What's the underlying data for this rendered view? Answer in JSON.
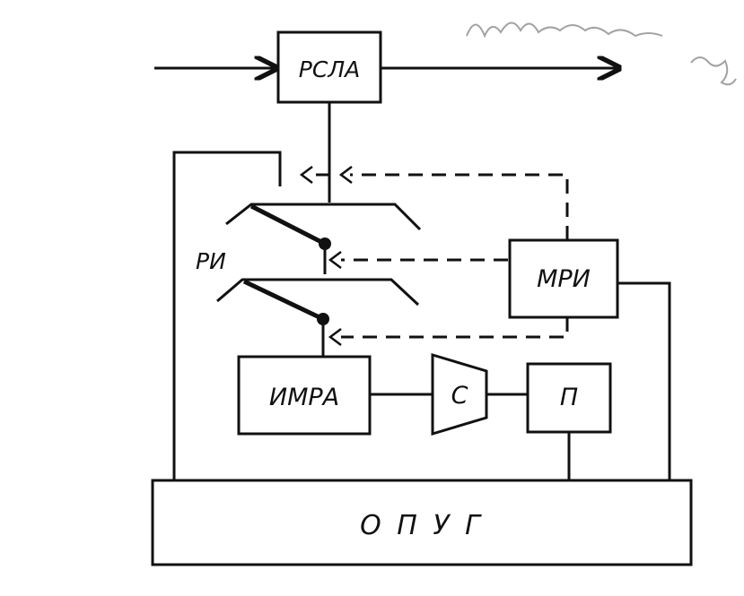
{
  "blocks": {
    "rsla": "РСЛА",
    "mri": "МРИ",
    "imra": "ИМРА",
    "s": "С",
    "p": "П",
    "opug": "О П У Г"
  },
  "labels": {
    "ri": "РИ"
  }
}
